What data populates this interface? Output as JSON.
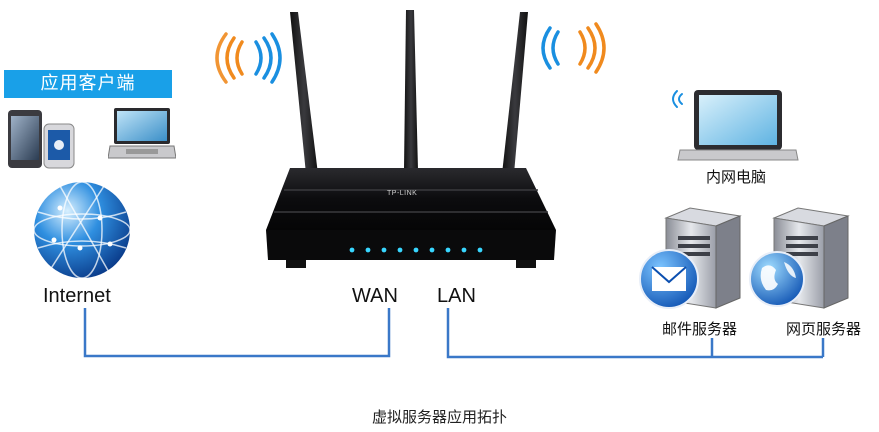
{
  "client_banner": "应用客户端",
  "labels": {
    "internet": "Internet",
    "wan": "WAN",
    "lan": "LAN",
    "intranet_pc": "内网电脑",
    "mail_server": "邮件服务器",
    "web_server": "网页服务器"
  },
  "router_brand": "TP-LINK",
  "caption": "虚拟服务器应用拓扑",
  "colors": {
    "banner": "#19a0e8",
    "link_line": "#3a78c8",
    "wifi_orange": "#f08a1e",
    "wifi_blue": "#1a8fe0",
    "router_body": "#0e0e10",
    "router_led": "#38d6ff"
  },
  "icons": [
    "phone-icon",
    "laptop-icon",
    "globe-icon",
    "router-icon",
    "wifi-signal-icon",
    "server-icon",
    "mail-icon"
  ]
}
